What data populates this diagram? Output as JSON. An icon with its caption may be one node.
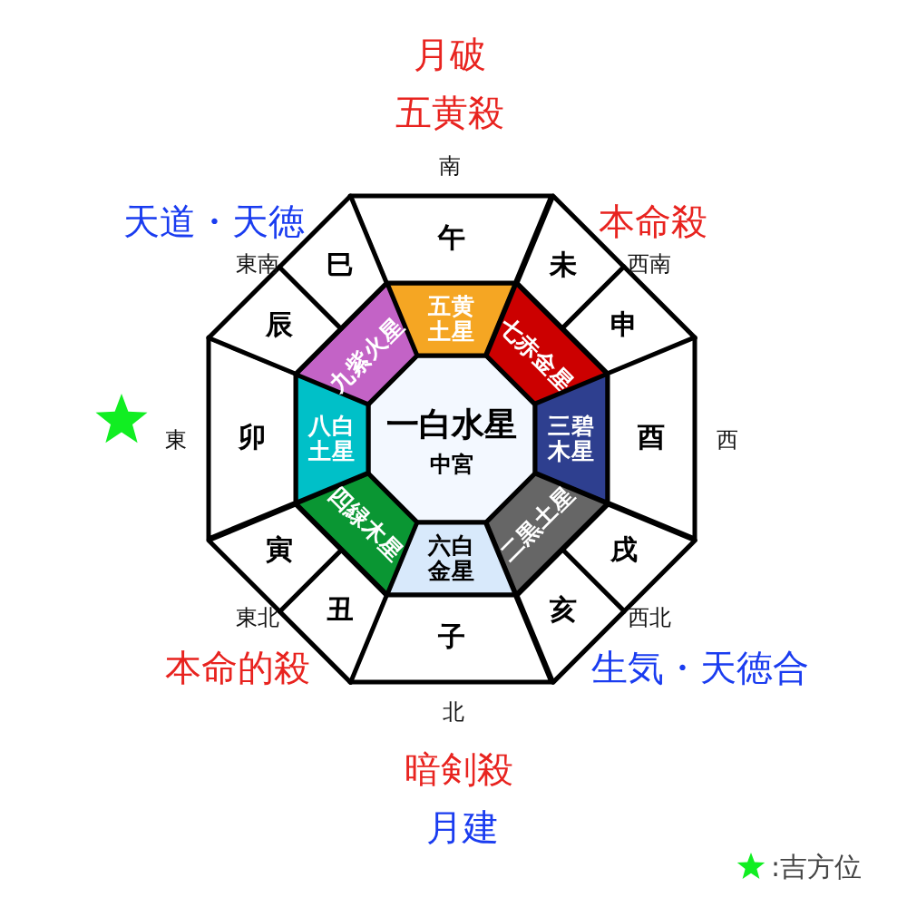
{
  "diagram": {
    "nodes": [
      {
        "text": [
          "一白水星",
          "中宮"
        ]
      },
      {
        "text": [
          "五黄土星"
        ]
      },
      {
        "text": [
          "七赤金星"
        ]
      },
      {
        "text": [
          "三碧木星"
        ]
      },
      {
        "text": [
          "二黒土星"
        ]
      },
      {
        "text": [
          "六白金星"
        ]
      },
      {
        "text": [
          "四緑木星"
        ]
      },
      {
        "text": [
          "八白土星"
        ]
      },
      {
        "text": [
          "九紫火星"
        ]
      },
      {
        "text": [
          "午"
        ]
      },
      {
        "text": [
          "未"
        ]
      },
      {
        "text": [
          "申"
        ]
      },
      {
        "text": [
          "酉"
        ]
      },
      {
        "text": [
          "戌"
        ]
      },
      {
        "text": [
          "亥"
        ]
      },
      {
        "text": [
          "子"
        ]
      },
      {
        "text": [
          "丑"
        ]
      },
      {
        "text": [
          "寅"
        ]
      },
      {
        "text": [
          "卯"
        ]
      },
      {
        "text": [
          "辰"
        ]
      },
      {
        "text": [
          "巳"
        ]
      }
    ],
    "edges": [],
    "labels": [
      "月破",
      "五黄殺",
      "南",
      "天道・天徳",
      "東南",
      "本命殺",
      "西南",
      "東",
      "西",
      "東北",
      "本命的殺",
      "西北",
      "生気・天徳合",
      "北",
      "暗剣殺",
      "月建"
    ],
    "legend": [
      {
        "text": ":吉方位"
      }
    ]
  }
}
